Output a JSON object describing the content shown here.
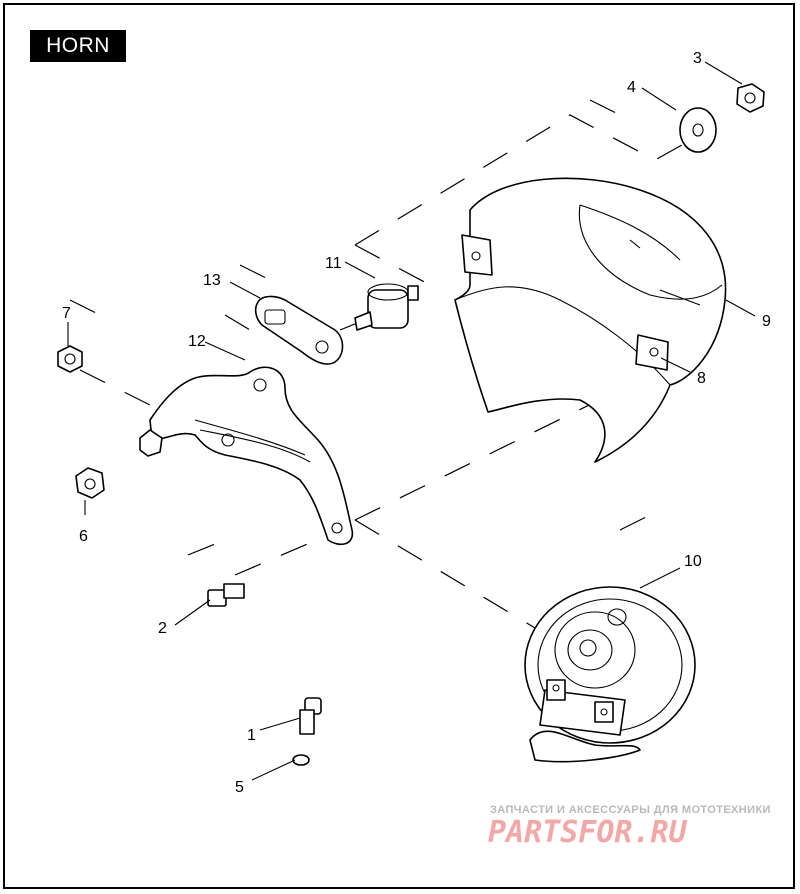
{
  "title": "HORN",
  "callouts": [
    {
      "id": "c1",
      "label": "1"
    },
    {
      "id": "c2",
      "label": "2"
    },
    {
      "id": "c3",
      "label": "3"
    },
    {
      "id": "c4",
      "label": "4"
    },
    {
      "id": "c5",
      "label": "5"
    },
    {
      "id": "c6",
      "label": "6"
    },
    {
      "id": "c7",
      "label": "7"
    },
    {
      "id": "c8",
      "label": "8"
    },
    {
      "id": "c9",
      "label": "9"
    },
    {
      "id": "c10",
      "label": "10"
    },
    {
      "id": "c11",
      "label": "11"
    },
    {
      "id": "c12",
      "label": "12"
    },
    {
      "id": "c13",
      "label": "13"
    }
  ],
  "watermark": {
    "tagline": "ЗАПЧАСТИ И АКСЕССУАРЫ ДЛЯ МОТОТЕХНИКИ",
    "logo": "PARTSFOR.RU"
  }
}
